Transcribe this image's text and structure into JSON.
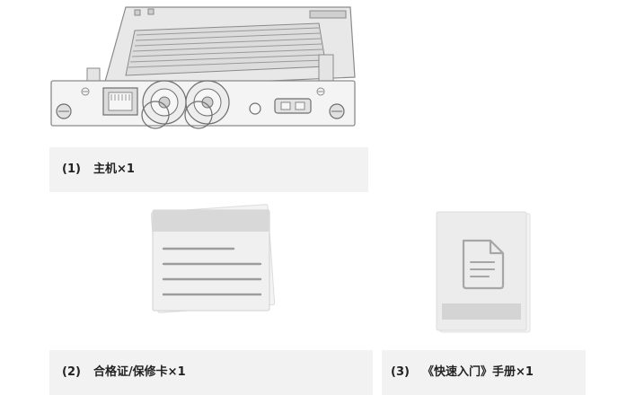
{
  "items": [
    {
      "number": "(1)",
      "label": "主机×1",
      "icon": "device-module-illustration"
    },
    {
      "number": "(2)",
      "label": "合格证/保修卡×1",
      "icon": "warranty-card-illustration"
    },
    {
      "number": "(3)",
      "label": "《快速入门》手册×1",
      "icon": "quick-start-manual-illustration"
    }
  ],
  "colors": {
    "caption_bg": "#f2f2f2",
    "caption_text": "#222222",
    "line_art": "#8a8a8a",
    "fill_light": "#ececec",
    "fill_mid": "#d6d6d6"
  }
}
